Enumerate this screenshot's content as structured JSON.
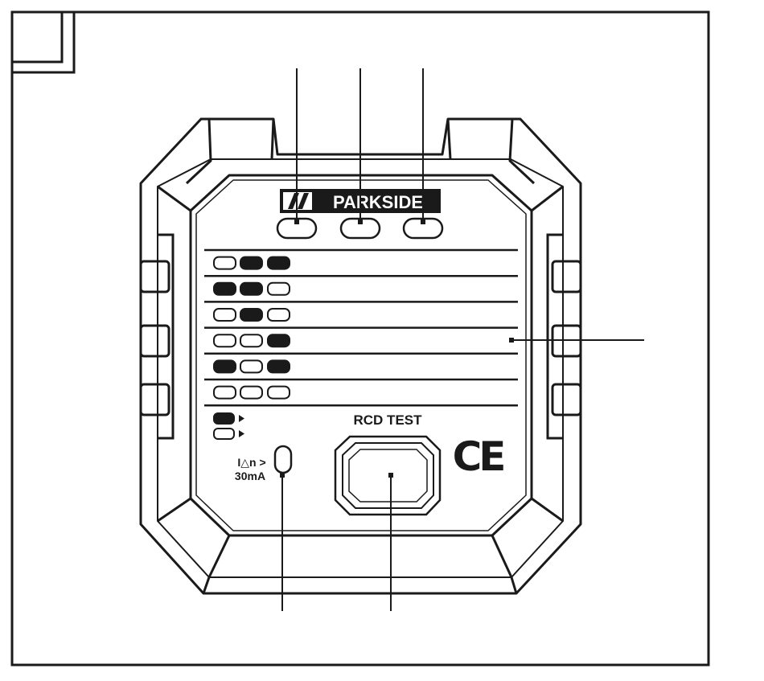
{
  "brand": {
    "logo_mark": "//",
    "name": "PARKSIDE"
  },
  "panel": {
    "rcd_test_label": "RCD TEST",
    "rcd_limit_line1": "I△n >",
    "rcd_limit_line2": "30mA",
    "ce_mark": "CE"
  },
  "indicator_rows": [
    [
      "off",
      "on",
      "on"
    ],
    [
      "on",
      "on",
      "off"
    ],
    [
      "off",
      "on",
      "off"
    ],
    [
      "off",
      "off",
      "on"
    ],
    [
      "on",
      "off",
      "on"
    ],
    [
      "off",
      "off",
      "off"
    ]
  ],
  "legend": [
    {
      "state": "on"
    },
    {
      "state": "off"
    }
  ],
  "colors": {
    "ink": "#1a1a1a",
    "background": "#ffffff"
  }
}
